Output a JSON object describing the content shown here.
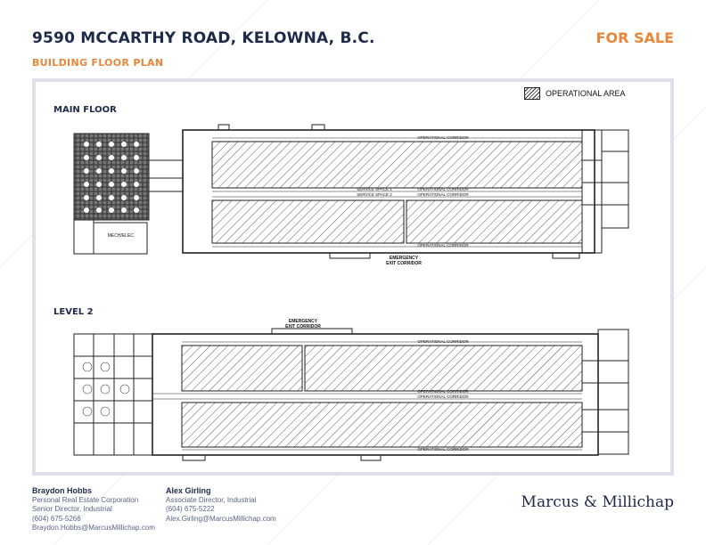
{
  "header": {
    "title": "9590 MCCARTHY ROAD, KELOWNA, B.C.",
    "status": "FOR SALE",
    "subtitle": "BUILDING FLOOR PLAN"
  },
  "legend": {
    "label": "OPERATIONAL AREA"
  },
  "floors": {
    "main": {
      "label": "MAIN FLOOR",
      "corridor": "OPERATIONAL CORRIDOR",
      "service_space_1": "SERVICE SPACE 1",
      "service_space_2": "SERVICE SPACE 2",
      "mech": "MECH/ELEC.",
      "emergency": [
        "EMERGENCY",
        "EXIT CORRIDOR"
      ]
    },
    "level2": {
      "label": "LEVEL 2",
      "corridor": "OPERATIONAL CORRIDOR",
      "emergency": [
        "EMERGENCY",
        "EXIT CORRIDOR"
      ]
    }
  },
  "contacts": [
    {
      "name": "Braydon Hobbs",
      "lines": [
        "Personal Real Estate Corporation",
        "Senior Director, Industrial",
        "(604) 675-5266",
        "Braydon.Hobbs@MarcusMillichap.com"
      ]
    },
    {
      "name": "Alex Girling",
      "lines": [
        "Associate Director, Industrial",
        "(604) 675-5222",
        "Alex.Girling@MarcusMillichap.com"
      ]
    }
  ],
  "brand": {
    "logo_text": "Marcus & Millichap",
    "primary": "#1e2a4a",
    "accent": "#e8873a"
  }
}
